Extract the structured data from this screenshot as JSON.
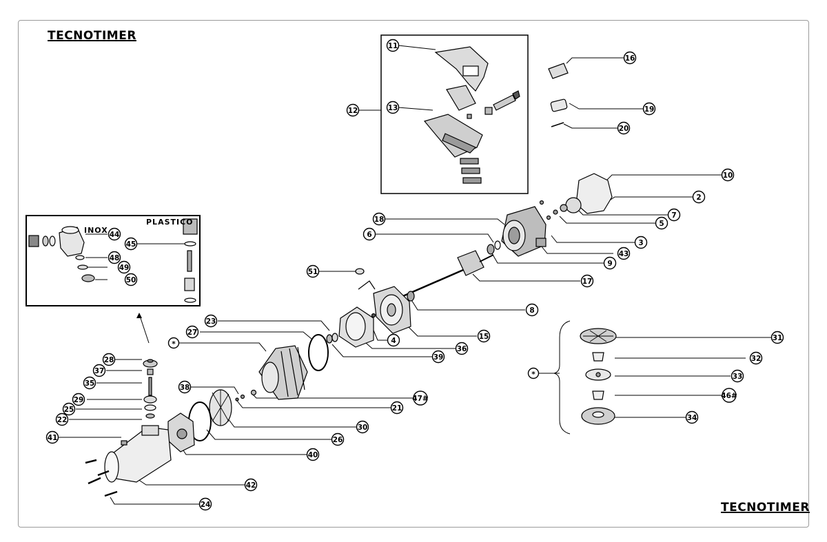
{
  "brand": {
    "top": "TECNOTIMER",
    "bottom": "TECNOTIMER"
  },
  "inset": {
    "inox_label": "INOX",
    "plastico_label": "PLASTICO"
  },
  "callouts": [
    "11",
    "12",
    "13",
    "16",
    "19",
    "20",
    "10",
    "2",
    "7",
    "5",
    "3",
    "43",
    "9",
    "17",
    "8",
    "18",
    "6",
    "51",
    "15",
    "4",
    "36",
    "39",
    "23",
    "27",
    "47#",
    "21",
    "38",
    "30",
    "26",
    "40",
    "42",
    "24",
    "28",
    "37",
    "35",
    "29",
    "25",
    "22",
    "41",
    "31",
    "32",
    "33",
    "46#",
    "34",
    "44",
    "45",
    "48",
    "49",
    "50"
  ],
  "group_marker": "*"
}
